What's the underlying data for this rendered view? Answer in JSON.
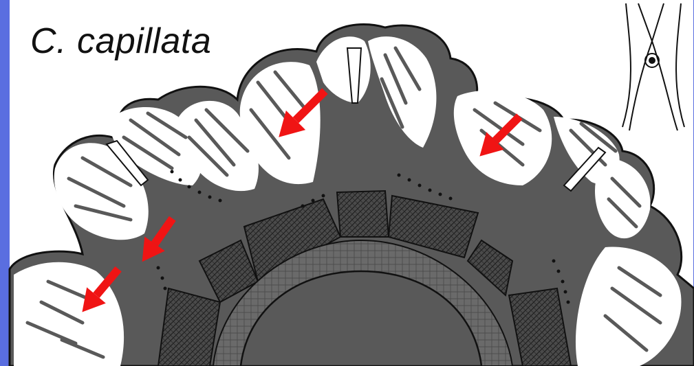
{
  "title": "C. capillata",
  "colors": {
    "background_border": "#5a6ee0",
    "paper": "#ffffff",
    "tissue": "#595959",
    "outline": "#111111",
    "arrow": "#f01414"
  },
  "icons": [
    "red-arrow",
    "pedalium-inset"
  ]
}
